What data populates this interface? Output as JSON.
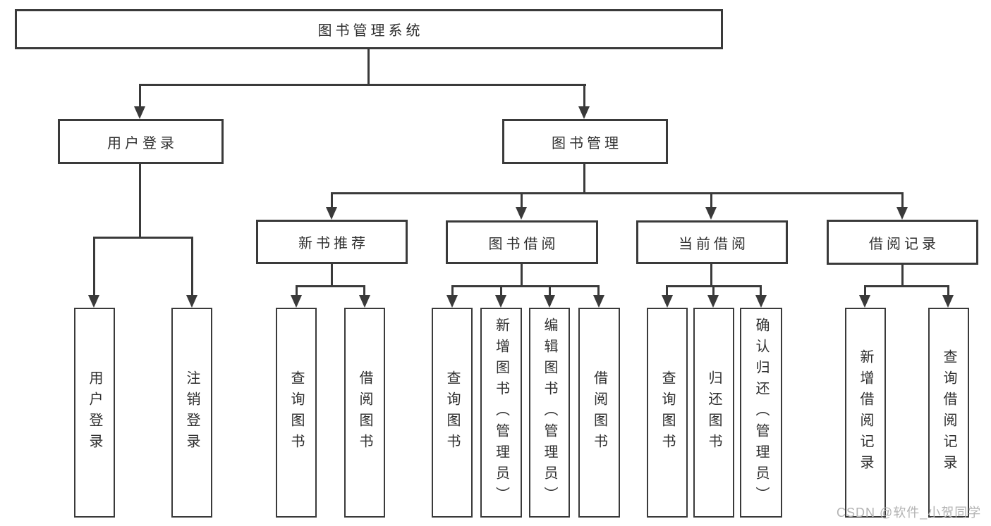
{
  "watermark": {
    "text": "CSDN @软件_小贺同学"
  },
  "colors": {
    "line": "#3a3a3a",
    "text": "#2f2f2f",
    "watermark": "#b3b3b3",
    "background": "#ffffff"
  },
  "tree": {
    "label": "图书管理系统",
    "children": [
      {
        "label": "用户登录",
        "children": [
          {
            "label": "用户登录"
          },
          {
            "label": "注销登录"
          }
        ]
      },
      {
        "label": "图书管理",
        "children": [
          {
            "label": "新书推荐",
            "children": [
              {
                "label": "查询图书"
              },
              {
                "label": "借阅图书"
              }
            ]
          },
          {
            "label": "图书借阅",
            "children": [
              {
                "label": "查询图书"
              },
              {
                "label": "新增图书（管理员）"
              },
              {
                "label": "编辑图书（管理员）"
              },
              {
                "label": "借阅图书"
              }
            ]
          },
          {
            "label": "当前借阅",
            "children": [
              {
                "label": "查询图书"
              },
              {
                "label": "归还图书"
              },
              {
                "label": "确认归还（管理员）"
              }
            ]
          },
          {
            "label": "借阅记录",
            "children": [
              {
                "label": "新增借阅记录"
              },
              {
                "label": "查询借阅记录"
              }
            ]
          }
        ]
      }
    ]
  }
}
